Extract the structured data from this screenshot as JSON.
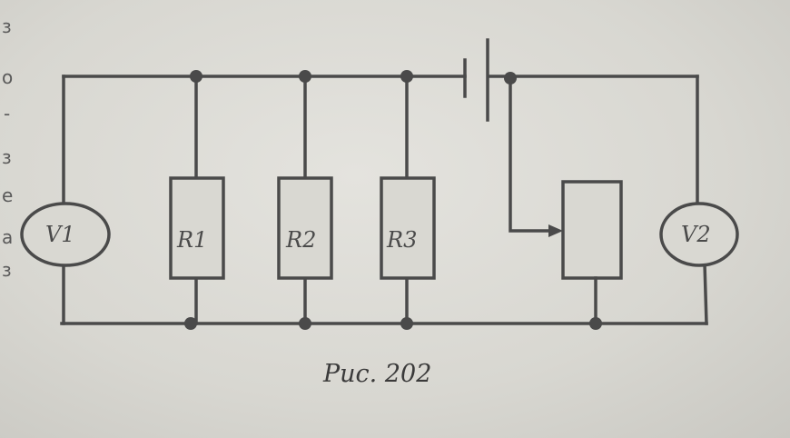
{
  "diagram": {
    "meters": [
      {
        "id": "v1",
        "label": "V1"
      },
      {
        "id": "v2",
        "label": "V2"
      }
    ],
    "resistors": [
      {
        "id": "r1",
        "label": "R1"
      },
      {
        "id": "r2",
        "label": "R2"
      },
      {
        "id": "r3",
        "label": "R3"
      }
    ],
    "rheostat": {
      "id": "rheostat",
      "label": ""
    },
    "caption": "Рис. 202"
  },
  "margin_fragments": [
    "з",
    "о",
    "-",
    "з",
    "е",
    "а",
    "з"
  ],
  "colors": {
    "ink": "#4a4a4a",
    "paper": "#dcdbd5"
  }
}
